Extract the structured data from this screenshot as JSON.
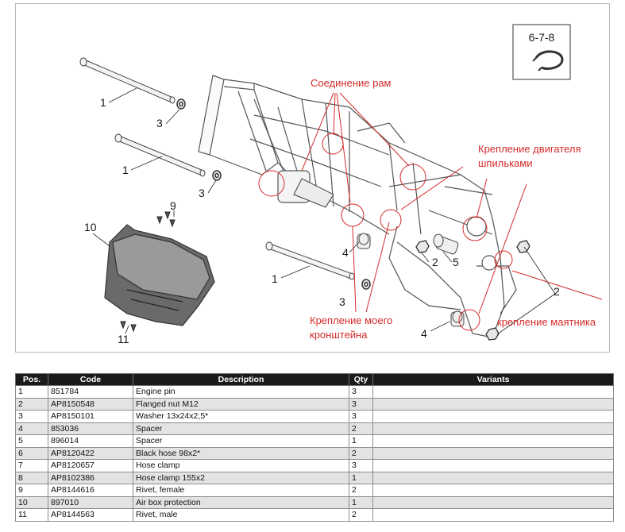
{
  "diagram": {
    "ref_box_label": "6-7-8",
    "callouts": [
      "1",
      "3",
      "1",
      "3",
      "9",
      "10",
      "11",
      "1",
      "4",
      "3",
      "2",
      "5",
      "4",
      "2"
    ],
    "annotations": {
      "frame_joint": "Соединение рам",
      "engine_mount_line1": "Крепление двигателя",
      "engine_mount_line2": "шпильками",
      "bracket_mount_line1": "Крепление моего",
      "bracket_mount_line2": "кронштейна",
      "swingarm_mount": "крепление маятника"
    },
    "colors": {
      "annotation": "#d42a2a",
      "line_art": "#4a4a4a",
      "header_bg": "#1a1a1a",
      "alt_row": "#e3e3e3"
    }
  },
  "table": {
    "headers": [
      "Pos.",
      "Code",
      "Description",
      "Qty",
      "Variants"
    ],
    "rows": [
      [
        "1",
        "851784",
        "Engine pin",
        "3",
        ""
      ],
      [
        "2",
        "AP8150548",
        "Flanged nut M12",
        "3",
        ""
      ],
      [
        "3",
        "AP8150101",
        "Washer 13x24x2,5*",
        "3",
        ""
      ],
      [
        "4",
        "853036",
        "Spacer",
        "2",
        ""
      ],
      [
        "5",
        "896014",
        "Spacer",
        "1",
        ""
      ],
      [
        "6",
        "AP8120422",
        "Black hose 98x2*",
        "2",
        ""
      ],
      [
        "7",
        "AP8120657",
        "Hose clamp",
        "3",
        ""
      ],
      [
        "8",
        "AP8102386",
        "Hose clamp 155x2",
        "1",
        ""
      ],
      [
        "9",
        "AP8144616",
        "Rivet, female",
        "2",
        ""
      ],
      [
        "10",
        "897010",
        "Air box protection",
        "1",
        ""
      ],
      [
        "11",
        "AP8144563",
        "Rivet, male",
        "2",
        ""
      ]
    ]
  }
}
